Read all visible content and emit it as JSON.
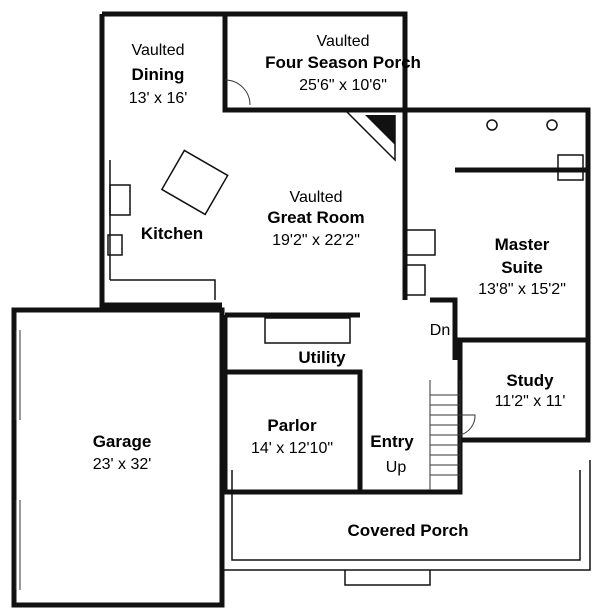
{
  "rooms": {
    "dining": {
      "prefix": "Vaulted",
      "name": "Dining",
      "size": "13' x 16'"
    },
    "porch4": {
      "prefix": "Vaulted",
      "name": "Four Season Porch",
      "size": "25'6\" x 10'6\""
    },
    "great": {
      "prefix": "Vaulted",
      "name": "Great Room",
      "size": "19'2\" x 22'2\""
    },
    "kitchen": {
      "name": "Kitchen"
    },
    "master": {
      "name1": "Master",
      "name2": "Suite",
      "size": "13'8\" x 15'2\""
    },
    "utility": {
      "name": "Utility"
    },
    "study": {
      "name": "Study",
      "size": "11'2\" x 11'"
    },
    "parlor": {
      "name": "Parlor",
      "size": "14' x 12'10\""
    },
    "entry": {
      "name": "Entry"
    },
    "garage": {
      "name": "Garage",
      "size": "23' x 32'"
    },
    "covered": {
      "name": "Covered Porch"
    }
  },
  "stairs": {
    "down": "Dn",
    "up": "Up"
  }
}
